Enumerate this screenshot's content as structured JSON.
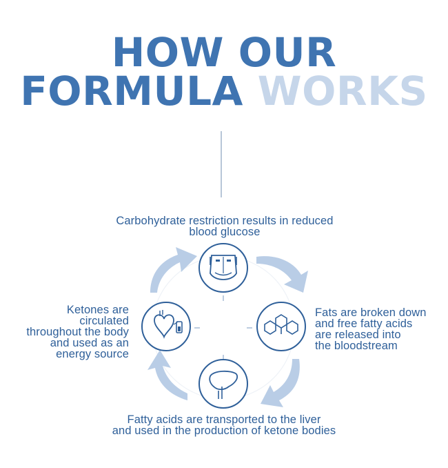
{
  "title": {
    "line1": "HOW OUR",
    "line2_dark": "FORMULA",
    "line2_light": "WORKS"
  },
  "colors": {
    "dark_blue": "#3f74b1",
    "light_blue": "#c6d6ea",
    "arrow_blue": "#b9cde6",
    "text_blue": "#2e5f99"
  },
  "steps": {
    "top": {
      "icon": "torso-icon",
      "lines": [
        "Carbohydrate restriction results in reduced",
        "blood glucose"
      ]
    },
    "right": {
      "icon": "molecule-icon",
      "lines": [
        "Fats are broken down",
        "and free fatty acids",
        "are released into",
        "the bloodstream"
      ]
    },
    "bottom": {
      "icon": "liver-icon",
      "lines": [
        "Fatty acids are transported to the liver",
        "and used in the production of ketone bodies"
      ]
    },
    "left": {
      "icon": "heart-iv-icon",
      "lines": [
        "Ketones are",
        "circulated",
        "throughout the body",
        "and used as an",
        "energy source"
      ]
    }
  }
}
